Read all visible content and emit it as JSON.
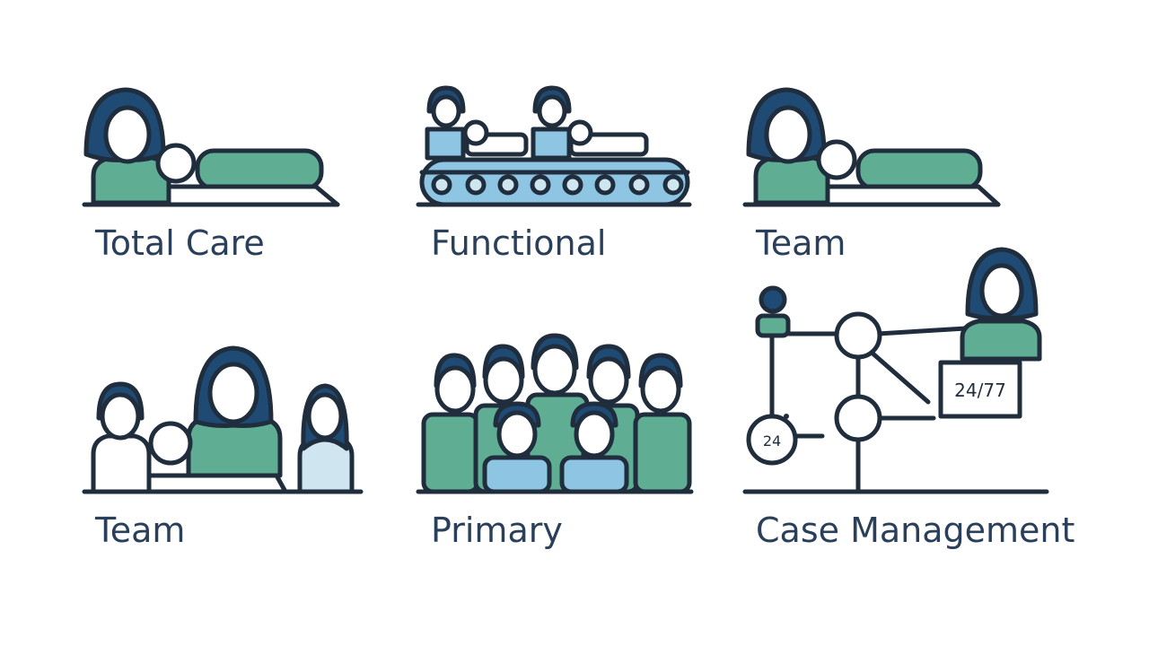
{
  "labels": {
    "cell1": "Total Care",
    "cell2": "Functional",
    "cell3": "Team",
    "cell4": "Team",
    "cell5": "Primary",
    "cell6": "Case Management"
  },
  "annotations": {
    "clock_board": "24/77",
    "clock_circle": "24"
  },
  "colors": {
    "text": "#2a3f5a",
    "hair": "#1f4a73",
    "green": "#5fae94",
    "light_blue": "#8ec5e3",
    "pale_blue": "#cfe6f1",
    "outline": "#1f2d3d"
  },
  "icons": [
    "nurse-with-patient-in-bed",
    "conveyor-belt-assembly-line",
    "nurse-with-patient-in-bed",
    "care-team-around-patient",
    "group-of-staff",
    "case-management-network"
  ]
}
